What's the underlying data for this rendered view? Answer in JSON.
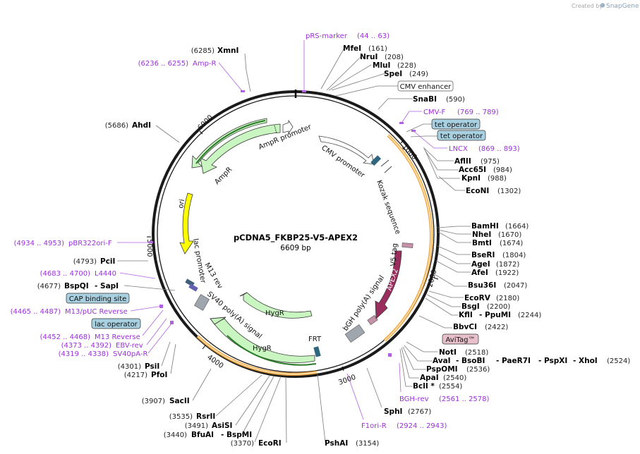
{
  "credit": {
    "prefix": "Created by",
    "brand": "SnapGene"
  },
  "plasmid": {
    "name": "pCDNA5_FKBP25-V5-APEX2",
    "size": "6609 bp"
  },
  "ticks": [
    "1000",
    "2000",
    "3000",
    "4000",
    "5000",
    "6000"
  ],
  "left_labels": [
    {
      "num": "(6285)",
      "name": "XmnI"
    },
    {
      "num": "(5686)",
      "name": "AhdI"
    },
    {
      "num": "(4793)",
      "name": "PciI"
    },
    {
      "num": "(4677)",
      "name": "BspQI",
      "name2": "- SapI"
    },
    {
      "num": "(4301)",
      "name": "PsiI"
    },
    {
      "num": "(4217)",
      "name": "PfoI"
    },
    {
      "num": "(3907)",
      "name": "SacII"
    },
    {
      "num": "(3535)",
      "name": "RsrII"
    },
    {
      "num": "(3491)",
      "name": "AsiSI"
    },
    {
      "num": "(3440)",
      "name": "BfuAI",
      "name2": "- BspMI"
    },
    {
      "num": "(3370)",
      "name": "EcoRI"
    }
  ],
  "left_primers": [
    {
      "num": "(6236 .. 6255)",
      "name": "Amp-R"
    },
    {
      "num": "(4934 .. 4953)",
      "name": "pBR322ori-F"
    },
    {
      "num": "(4683 .. 4700)",
      "name": "L4440"
    },
    {
      "num": "(4465 .. 4487)",
      "name": "M13/pUC Reverse"
    },
    {
      "num": "(4452 .. 4468)",
      "name": "M13 Reverse"
    },
    {
      "num": "(4373 .. 4392)",
      "name": "EBV-rev"
    },
    {
      "num": "(4319 .. 4338)",
      "name": "SV40pA-R"
    }
  ],
  "left_boxes": [
    "CAP binding site",
    "lac operator"
  ],
  "top_primer": {
    "name": "pRS-marker",
    "num": "(44 .. 63)"
  },
  "right_labels": [
    {
      "name": "MfeI",
      "num": "(161)"
    },
    {
      "name": "NruI",
      "num": "(208)"
    },
    {
      "name": "MluI",
      "num": "(228)"
    },
    {
      "name": "SpeI",
      "num": "(249)"
    },
    {
      "name": "SnaBI",
      "num": "(590)"
    },
    {
      "name": "AflII",
      "num": "(975)"
    },
    {
      "name": "Acc65I",
      "num": "(984)"
    },
    {
      "name": "KpnI",
      "num": "(988)"
    },
    {
      "name": "EcoNI",
      "num": "(1302)"
    },
    {
      "name": "BamHI",
      "num": "(1664)"
    },
    {
      "name": "NheI",
      "num": "(1670)"
    },
    {
      "name": "BmtI",
      "num": "(1674)"
    },
    {
      "name": "BseRI",
      "num": "(1804)"
    },
    {
      "name": "AgeI",
      "num": "(1872)"
    },
    {
      "name": "AfeI",
      "num": "(1922)"
    },
    {
      "name": "Bsu36I",
      "num": "(2047)"
    },
    {
      "name": "EcoRV",
      "num": "(2180)"
    },
    {
      "name": "BsgI",
      "num": "(2200)"
    },
    {
      "name": "KflI",
      "name2": "- PpuMI",
      "num": "(2244)"
    },
    {
      "name": "BbvCI",
      "num": "(2422)"
    },
    {
      "name": "NotI",
      "num": "(2518)"
    },
    {
      "name": "AvaI",
      "name2": "- BsoBI",
      "name3": "- PaeR7I",
      "name4": "- PspXI",
      "name5": "- XhoI",
      "num": "(2524)"
    },
    {
      "name": "PspOMI",
      "num": "(2536)"
    },
    {
      "name": "ApaI",
      "num": "(2540)"
    },
    {
      "name": "BclI *",
      "num": "(2554)"
    },
    {
      "name": "SphI",
      "num": "(2767)"
    },
    {
      "name": "PshAI",
      "num": "(3154)"
    }
  ],
  "right_primers": [
    {
      "name": "CMV-F",
      "num": "(769 .. 789)"
    },
    {
      "name": "LNCX",
      "num": "(869 .. 893)"
    },
    {
      "name": "BGH-rev",
      "num": "(2561 .. 2578)"
    },
    {
      "name": "F1ori-R",
      "num": "(2924 .. 2943)"
    }
  ],
  "right_boxes": {
    "cmv_enhancer": "CMV enhancer",
    "tet1": "tet operator",
    "tet2": "tet operator",
    "avitag": "AviTag™"
  },
  "features": {
    "ampr_promoter": "AmpR promoter",
    "ampr": "AmpR",
    "ori": "ori",
    "lac_promoter": "lac promoter",
    "m13_rev": "M13 rev",
    "sv40": "SV40 poly(A) signal",
    "hygr1": "HygR",
    "hygr2": "HygR",
    "frt": "FRT",
    "bgh": "bGH poly(A) signal",
    "apex2": "APEX2",
    "v5": "V5 tag",
    "kozak": "Kozak sequence",
    "cmv_promoter": "CMV promoter"
  },
  "colors": {
    "backbone": "#1a1a1a",
    "feature_green": "#c8f5c0",
    "ori_yellow": "#ffff00",
    "apex2": "#9b2c5e",
    "orange_arc": "#f0a030",
    "primer": "#9b30d9",
    "box_blue": "#a8d0e0",
    "box_pink": "#e8c0cc"
  }
}
